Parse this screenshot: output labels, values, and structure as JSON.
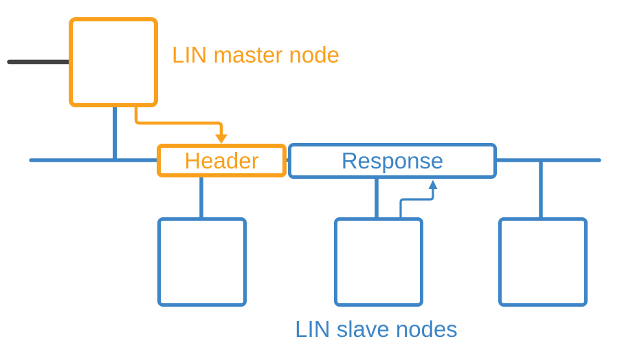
{
  "labels": {
    "master_node": "LIN master node",
    "header": "Header",
    "response": "Response",
    "slave_nodes": "LIN slave nodes"
  },
  "colors": {
    "orange": "#F9A01C",
    "blue": "#3D85C6",
    "dark_line": "#414141",
    "background": "#FFFFFF",
    "box_fill": "#FFFFFF"
  }
}
